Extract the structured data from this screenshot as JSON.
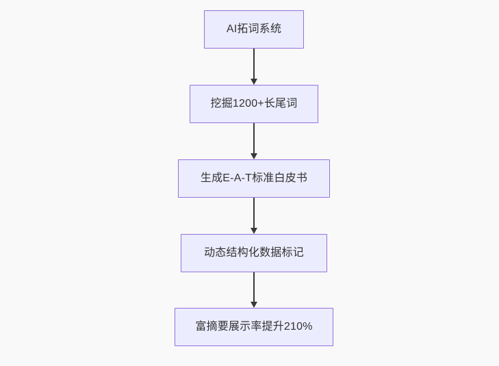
{
  "diagram": {
    "type": "flowchart",
    "direction": "top-down",
    "colors": {
      "node_fill": "#ECECFF",
      "node_border": "#9370DB",
      "text": "#333333",
      "arrow": "#383838",
      "background": "#f9f9f9"
    },
    "nodes": [
      {
        "id": "step-1",
        "label": "AI拓词系统"
      },
      {
        "id": "step-2",
        "label": "挖掘1200+长尾词"
      },
      {
        "id": "step-3",
        "label": "生成E-A-T标准白皮书"
      },
      {
        "id": "step-4",
        "label": "动态结构化数据标记"
      },
      {
        "id": "step-5",
        "label": "富摘要展示率提升210%"
      }
    ],
    "edges": [
      {
        "from": "step-1",
        "to": "step-2",
        "style": "arrow-down"
      },
      {
        "from": "step-2",
        "to": "step-3",
        "style": "arrow-down"
      },
      {
        "from": "step-3",
        "to": "step-4",
        "style": "arrow-down"
      },
      {
        "from": "step-4",
        "to": "step-5",
        "style": "arrow-down"
      }
    ]
  }
}
